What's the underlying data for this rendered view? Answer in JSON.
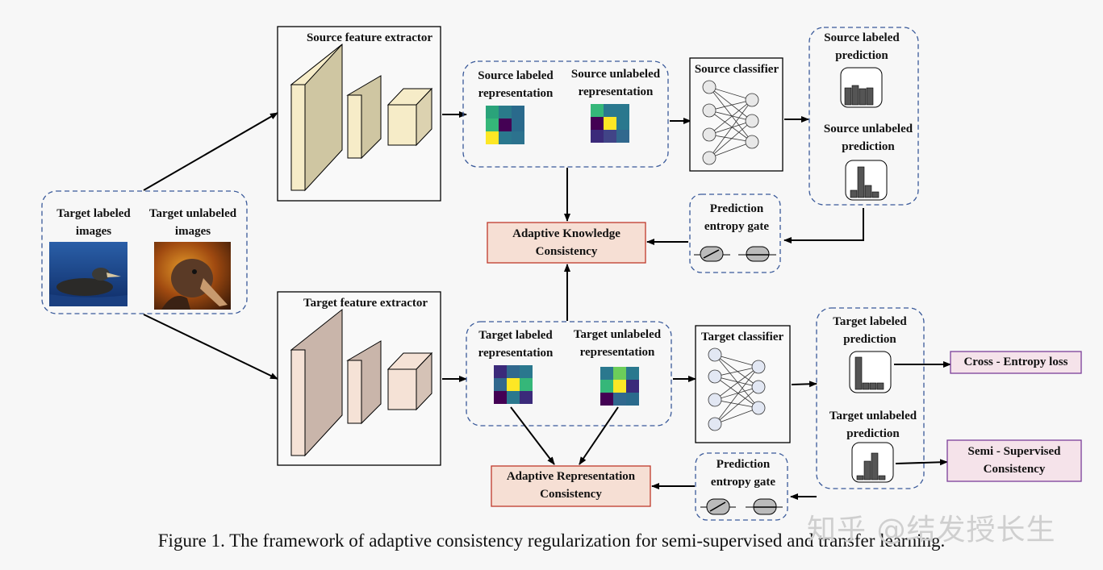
{
  "input_box": {
    "labeled": "Target labeled\nimages",
    "unlabeled": "Target unlabeled\nimages"
  },
  "source_extractor": {
    "title": "Source feature extractor"
  },
  "target_extractor": {
    "title": "Target feature extractor"
  },
  "source_repr": {
    "labeled": "Source labeled\nrepresentation",
    "unlabeled": "Source unlabeled\nrepresentation"
  },
  "target_repr": {
    "labeled": "Target labeled\nrepresentation",
    "unlabeled": "Target unlabeled\nrepresentation"
  },
  "source_classifier": {
    "title": "Source classifier"
  },
  "target_classifier": {
    "title": "Target classifier"
  },
  "source_pred": {
    "labeled": "Source labeled\nprediction",
    "unlabeled": "Source unlabeled\nprediction"
  },
  "target_pred": {
    "labeled": "Target labeled\nprediction",
    "unlabeled": "Target unlabeled\nprediction"
  },
  "gate_top": {
    "title": "Prediction\nentropy gate"
  },
  "gate_bottom": {
    "title": "Prediction\nentropy gate"
  },
  "akc": {
    "label": "Adaptive Knowledge\nConsistency"
  },
  "arc": {
    "label": "Adaptive Representation\nConsistency"
  },
  "ce_loss": {
    "label": "Cross - Entropy loss"
  },
  "ssc": {
    "label": "Semi - Supervised\nConsistency"
  },
  "caption": "Figure 1. The framework of adaptive consistency regularization for semi-supervised and transfer learning.",
  "watermark": "知乎 @结发授长生",
  "colors": {
    "dashed_border": "#3a5a9a",
    "consistency_fill": "#f6dfd4",
    "consistency_border": "#c0392b",
    "output_fill": "#f5e3ea",
    "output_border": "#7b3f99",
    "source_block": "#f6ecc8",
    "target_block": "#f5e2d6"
  }
}
